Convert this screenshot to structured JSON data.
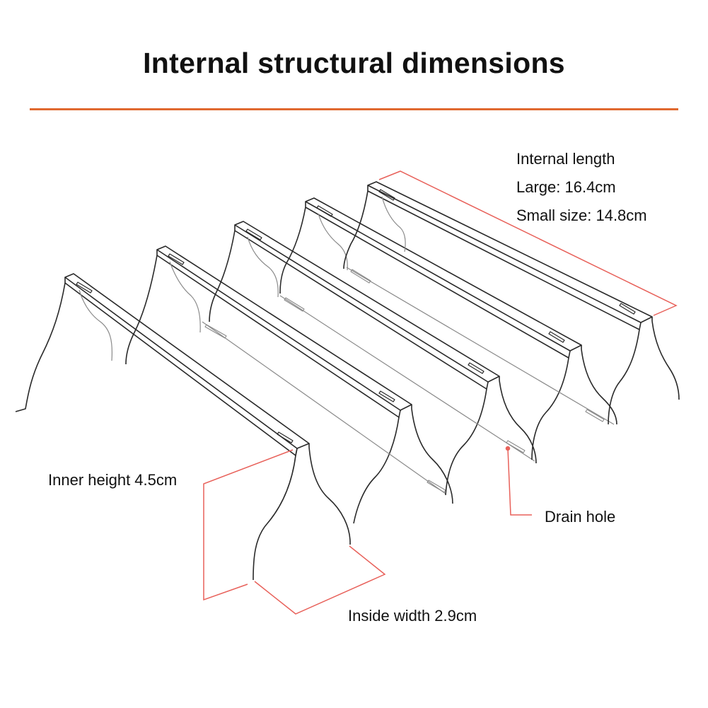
{
  "title": "Internal structural dimensions",
  "colors": {
    "rule": "#e0692f",
    "dimension_line": "#e8615a",
    "outline": "#2a2a2a",
    "inner": "#8a8a8a"
  },
  "labels": {
    "internal_length": "Internal length",
    "large": "Large: 16.4cm",
    "small": "Small size: 14.8cm",
    "inner_height": "Inner height 4.5cm",
    "inside_width": "Inside width 2.9cm",
    "drain_hole": "Drain hole"
  }
}
